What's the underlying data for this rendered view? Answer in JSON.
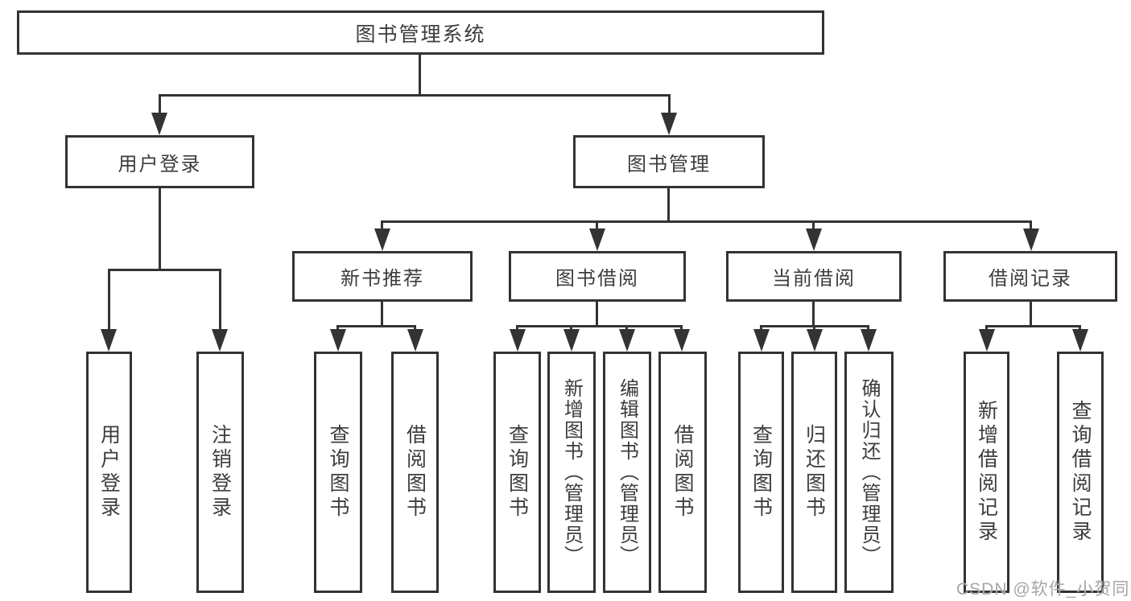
{
  "diagram_title": "图书管理系统",
  "tree": {
    "root": {
      "label": "图书管理系统"
    },
    "branches": [
      {
        "label": "用户登录",
        "children": [
          {
            "label": "用户登录"
          },
          {
            "label": "注销登录"
          }
        ]
      },
      {
        "label": "图书管理",
        "children": [
          {
            "label": "新书推荐",
            "children": [
              {
                "label": "查询图书"
              },
              {
                "label": "借阅图书"
              }
            ]
          },
          {
            "label": "图书借阅",
            "children": [
              {
                "label": "查询图书"
              },
              {
                "label": "新增图书（管理员）"
              },
              {
                "label": "编辑图书（管理员）"
              },
              {
                "label": "借阅图书"
              }
            ]
          },
          {
            "label": "当前借阅",
            "children": [
              {
                "label": "查询图书"
              },
              {
                "label": "归还图书"
              },
              {
                "label": "确认归还（管理员）"
              }
            ]
          },
          {
            "label": "借阅记录",
            "children": [
              {
                "label": "新增借阅记录"
              },
              {
                "label": "查询借阅记录"
              }
            ]
          }
        ]
      }
    ]
  },
  "watermark": {
    "text": "CSDN @软件_小贺同学"
  },
  "colors": {
    "line": "#333333",
    "text": "#3d3d3d",
    "watermark": "#a6a6a6",
    "background": "#ffffff"
  }
}
